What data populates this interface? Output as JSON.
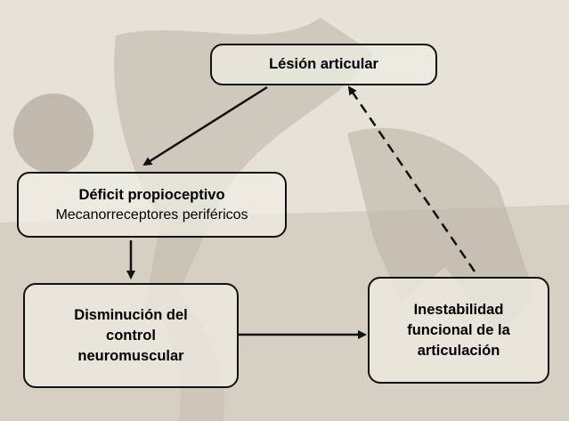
{
  "nodes": {
    "lesion": {
      "title": "Lésión articular"
    },
    "deficit": {
      "title": "Déficit propioceptivo",
      "subtitle": "Mecanorreceptores periféricos"
    },
    "disminucion": {
      "title": "Disminución del\ncontrol\nneuromuscular"
    },
    "inestabilidad": {
      "title": "Inestabilidad\nfuncional de la\narticulación"
    }
  },
  "edges": [
    {
      "from": "lesion",
      "to": "deficit",
      "style": "solid"
    },
    {
      "from": "deficit",
      "to": "disminucion",
      "style": "solid"
    },
    {
      "from": "disminucion",
      "to": "inestabilidad",
      "style": "solid"
    },
    {
      "from": "inestabilidad",
      "to": "lesion",
      "style": "dashed"
    }
  ],
  "colors": {
    "line": "#111111",
    "box_fill": "#f0ede5",
    "background": "#e3dfd5"
  }
}
